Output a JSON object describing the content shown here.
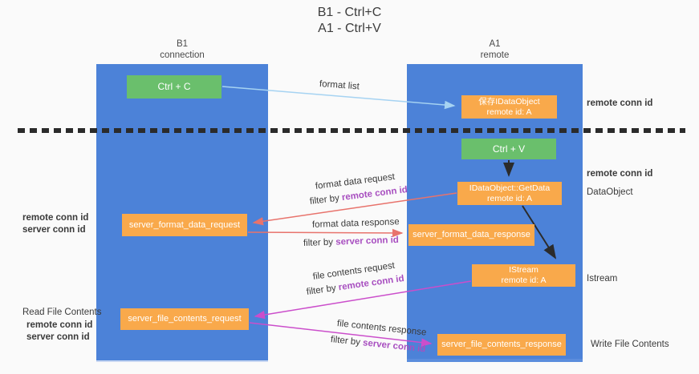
{
  "title": {
    "line1": "B1 - Ctrl+C",
    "line2": "A1 - Ctrl+V"
  },
  "lanes": {
    "left": {
      "name": "B1",
      "role": "connection"
    },
    "right": {
      "name": "A1",
      "role": "remote"
    }
  },
  "boxes": {
    "ctrl_c": {
      "label": "Ctrl + C"
    },
    "ctrl_v": {
      "label": "Ctrl + V"
    },
    "save_idataobject": {
      "line1": "保存IDataObject",
      "line2": "remote id: A"
    },
    "getdata": {
      "line1": "IDataObject::GetData",
      "line2": "remote id: A"
    },
    "istream": {
      "line1": "IStream",
      "line2": "remote id: A"
    },
    "server_format_data_request": {
      "label": "server_format_data_request"
    },
    "server_format_data_response": {
      "label": "server_format_data_response"
    },
    "server_file_contents_request": {
      "label": "server_file_contents_request"
    },
    "server_file_contents_response": {
      "label": "server_file_contents_response"
    }
  },
  "arrows": {
    "format_list": {
      "label": "format list"
    },
    "format_data_request": {
      "label": "format data request",
      "filter_prefix": "filter by ",
      "filter_key": "remote conn id"
    },
    "format_data_response": {
      "label": "format data response",
      "filter_prefix": "filter by ",
      "filter_key": "server conn id"
    },
    "file_contents_request": {
      "label": "file contents request",
      "filter_prefix": "filter by ",
      "filter_key": "remote conn id"
    },
    "file_contents_response": {
      "label": "file contents response",
      "filter_prefix": "filter by ",
      "filter_key": "server conn id"
    }
  },
  "side_labels": {
    "right_remote_conn_id_top": "remote conn id",
    "right_remote_conn_id_mid": "remote conn id",
    "dataobject": "DataObject",
    "istream": "Istream",
    "write_file_contents": "Write File Contents",
    "left_remote_conn_id_top": "remote conn id",
    "left_server_conn_id_top": "server conn id",
    "read_file_contents": "Read File Contents",
    "left_remote_conn_id_bottom": "remote conn id",
    "left_server_conn_id_bottom": "server conn id"
  },
  "colors": {
    "lane_blue": "#4c82d8",
    "box_orange": "#f9a94b",
    "box_green": "#6abf6c",
    "label_purple": "#a84fc0",
    "label_green": "#5cb85c",
    "arrow_red": "#e8736c",
    "arrow_magenta": "#cb4ecb",
    "arrow_lightblue": "#a6d3f2",
    "arrow_black": "#2b2b2b"
  }
}
